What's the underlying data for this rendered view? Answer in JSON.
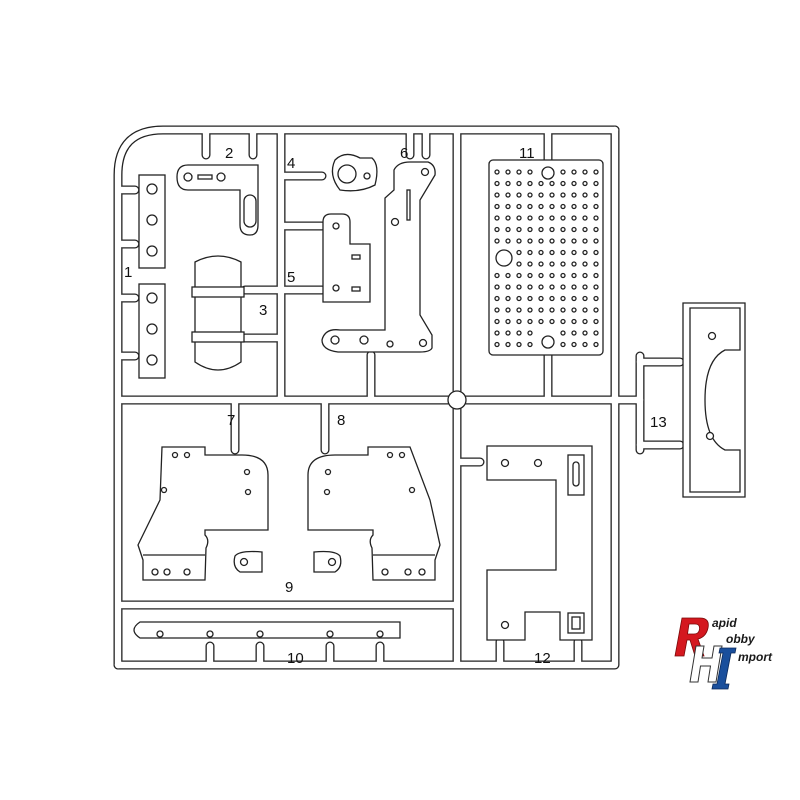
{
  "part_labels": [
    "1",
    "2",
    "3",
    "4",
    "5",
    "6",
    "7",
    "8",
    "9",
    "10",
    "11",
    "12",
    "13"
  ],
  "logo": {
    "words": [
      "apid",
      "obby",
      "mport"
    ],
    "initials": [
      "R",
      "H",
      "I"
    ],
    "full_text": "Rapid Hobby Import",
    "colors": {
      "red": "#d4181f",
      "blue": "#1a4f9c"
    }
  }
}
